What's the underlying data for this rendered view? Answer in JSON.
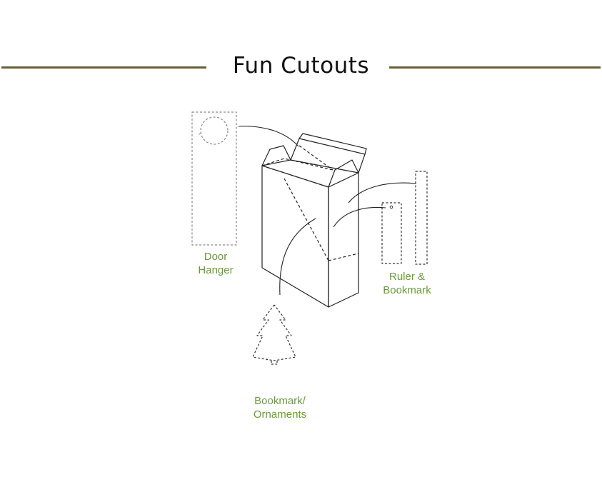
{
  "title": "Fun Cutouts",
  "labels": {
    "door_hanger": "Door\nHanger",
    "ruler_bookmark": "Ruler &\nBookmark",
    "bookmark_ornaments": "Bookmark/\nOrnaments"
  },
  "colors": {
    "rule": "#6b5d35",
    "label": "#6a9a3a",
    "title": "#111111",
    "line": "#222222"
  }
}
